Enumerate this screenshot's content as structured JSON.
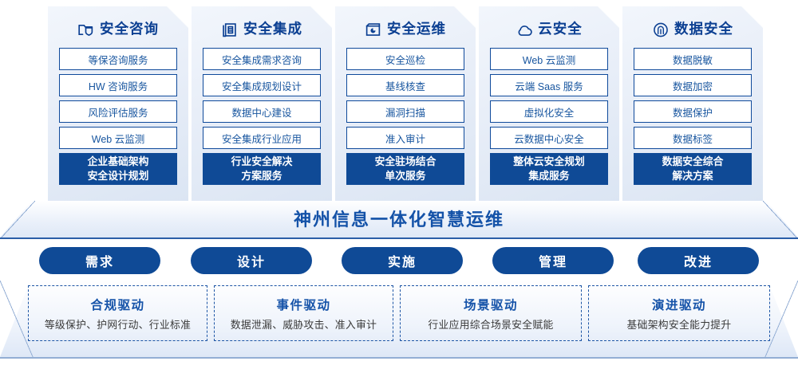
{
  "panels": [
    {
      "icon": "folder-shield-icon",
      "title": "安全咨询",
      "services": [
        "等保咨询服务",
        "HW 咨询服务",
        "风险评估服务",
        "Web 云监测"
      ],
      "highlight": [
        "企业基础架构",
        "安全设计规划"
      ]
    },
    {
      "icon": "server-rack-icon",
      "title": "安全集成",
      "services": [
        "安全集成需求咨询",
        "安全集成规划设计",
        "数据中心建设",
        "安全集成行业应用"
      ],
      "highlight": [
        "行业安全解决",
        "方案服务"
      ]
    },
    {
      "icon": "monitor-chart-icon",
      "title": "安全运维",
      "services": [
        "安全巡检",
        "基线核查",
        "漏洞扫描",
        "准入审计"
      ],
      "highlight": [
        "安全驻场结合",
        "单次服务"
      ]
    },
    {
      "icon": "cloud-icon",
      "title": "云安全",
      "services": [
        "Web 云监测",
        "云端 Saas 服务",
        "虚拟化安全",
        "云数据中心安全"
      ],
      "highlight": [
        "整体云安全规划",
        "集成服务"
      ]
    },
    {
      "icon": "fingerprint-icon",
      "title": "数据安全",
      "services": [
        "数据脱敏",
        "数据加密",
        "数据保护",
        "数据标签"
      ],
      "highlight": [
        "数据安全综合",
        "解决方案"
      ]
    }
  ],
  "banner": {
    "title": "神州信息一体化智慧运维"
  },
  "pills": [
    {
      "label": "需求"
    },
    {
      "label": "设计"
    },
    {
      "label": "实施"
    },
    {
      "label": "管理"
    },
    {
      "label": "改进"
    }
  ],
  "drivers": [
    {
      "title": "合规驱动",
      "subtitle": "等级保护、护网行动、行业标准"
    },
    {
      "title": "事件驱动",
      "subtitle": "数据泄漏、威胁攻击、准入审计"
    },
    {
      "title": "场景驱动",
      "subtitle": "行业应用综合场景安全赋能"
    },
    {
      "title": "演进驱动",
      "subtitle": "基础架构安全能力提升"
    }
  ],
  "colors": {
    "brand_blue": "#0f4a96",
    "title_blue": "#1452a8",
    "panel_bg_top": "#f2f6fc",
    "panel_bg_bottom": "#dbe5f3",
    "service_border": "#0f4a9b",
    "service_text": "#17559f",
    "dashed_border": "#1d55a5"
  }
}
